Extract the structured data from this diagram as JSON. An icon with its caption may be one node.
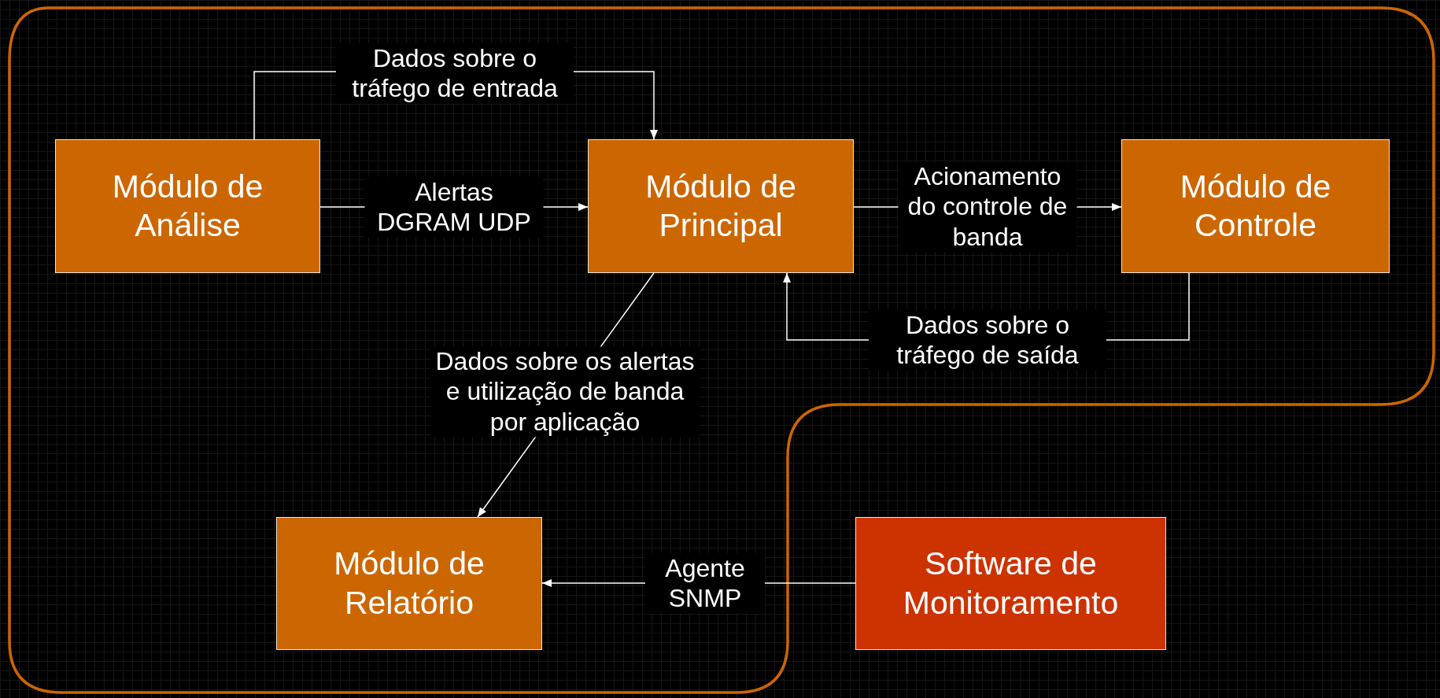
{
  "diagram": {
    "nodes": [
      {
        "text": [],
        "shape": "box"
      },
      {
        "text": [
          "Módulo de Análise"
        ],
        "in": 0
      },
      {
        "text": [
          "Módulo de Principal"
        ],
        "in": 0
      },
      {
        "text": [
          "Módulo de Controle"
        ],
        "in": 0
      },
      {
        "text": [
          "Módulo de Relatório"
        ],
        "in": 0
      },
      {
        "text": [
          "Software de Monitoramento"
        ]
      }
    ],
    "edges": [
      {
        "from": 1,
        "to": 2,
        "arrow": "to",
        "label": "Dados sobre o tráfego de entrada"
      },
      {
        "from": 1,
        "to": 2,
        "arrow": "to",
        "label": "Alertas DGRAM UDP"
      },
      {
        "from": 2,
        "to": 3,
        "arrow": "to",
        "label": "Acionamento do controle de banda"
      },
      {
        "from": 3,
        "to": 2,
        "arrow": "to",
        "label": "Dados sobre o tráfego de saída"
      },
      {
        "from": 2,
        "to": 4,
        "arrow": "to",
        "label": "Dados sobre os alertas e utilização de banda por aplicação"
      },
      {
        "from": 5,
        "to": 4,
        "arrow": "to",
        "label": "Agente SNMP"
      }
    ]
  }
}
